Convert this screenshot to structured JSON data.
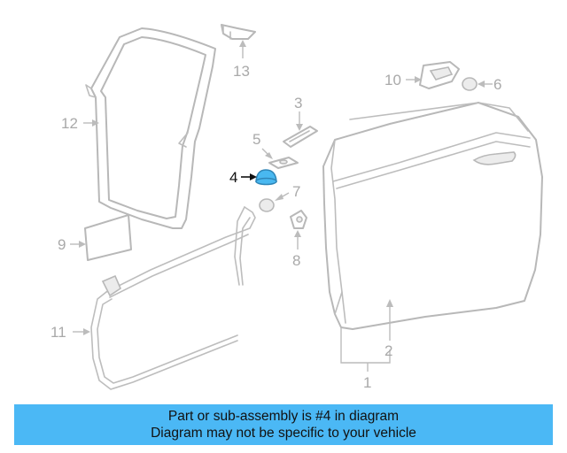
{
  "callouts": {
    "c1": "1",
    "c2": "2",
    "c3": "3",
    "c4": "4",
    "c5": "5",
    "c6": "6",
    "c7": "7",
    "c8": "8",
    "c9": "9",
    "c10": "10",
    "c11": "11",
    "c12": "12",
    "c13": "13"
  },
  "highlight": {
    "part_number": "4",
    "color": "#49b8f0"
  },
  "banner": {
    "line1": "Part or sub-assembly is #4 in diagram",
    "line2": "Diagram may not be specific to your vehicle",
    "background": "#4bb8f5"
  }
}
